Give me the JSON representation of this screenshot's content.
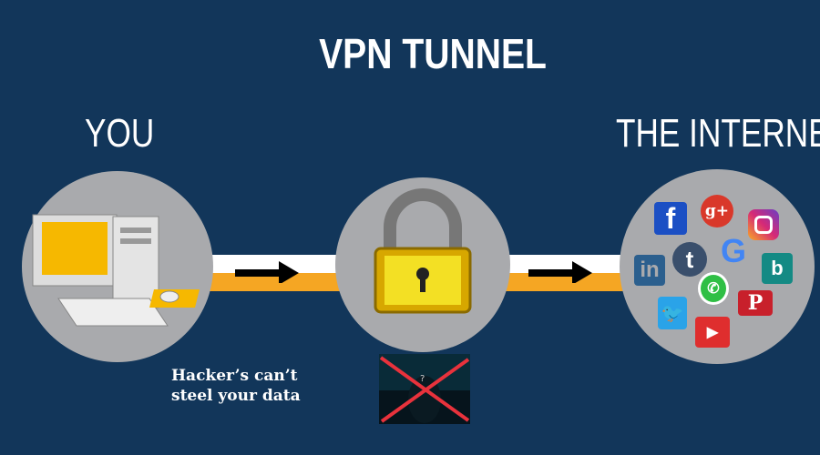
{
  "title": "VPN TUNNEL",
  "left_label": "YOU",
  "right_label": "THE INTERNET",
  "hacker_text": [
    "Hacker’s can’t",
    "steel your data"
  ],
  "icons": {
    "facebook": "f",
    "googleplus": "g+",
    "tumblr": "t",
    "google": "G",
    "linkedin": "in",
    "pinterest": "P"
  },
  "colors": {
    "background": "#12365a",
    "circle": "#a9aaad",
    "tunnel_top": "#ffffff",
    "tunnel_bottom": "#f5a623",
    "cross": "#e8323c"
  }
}
